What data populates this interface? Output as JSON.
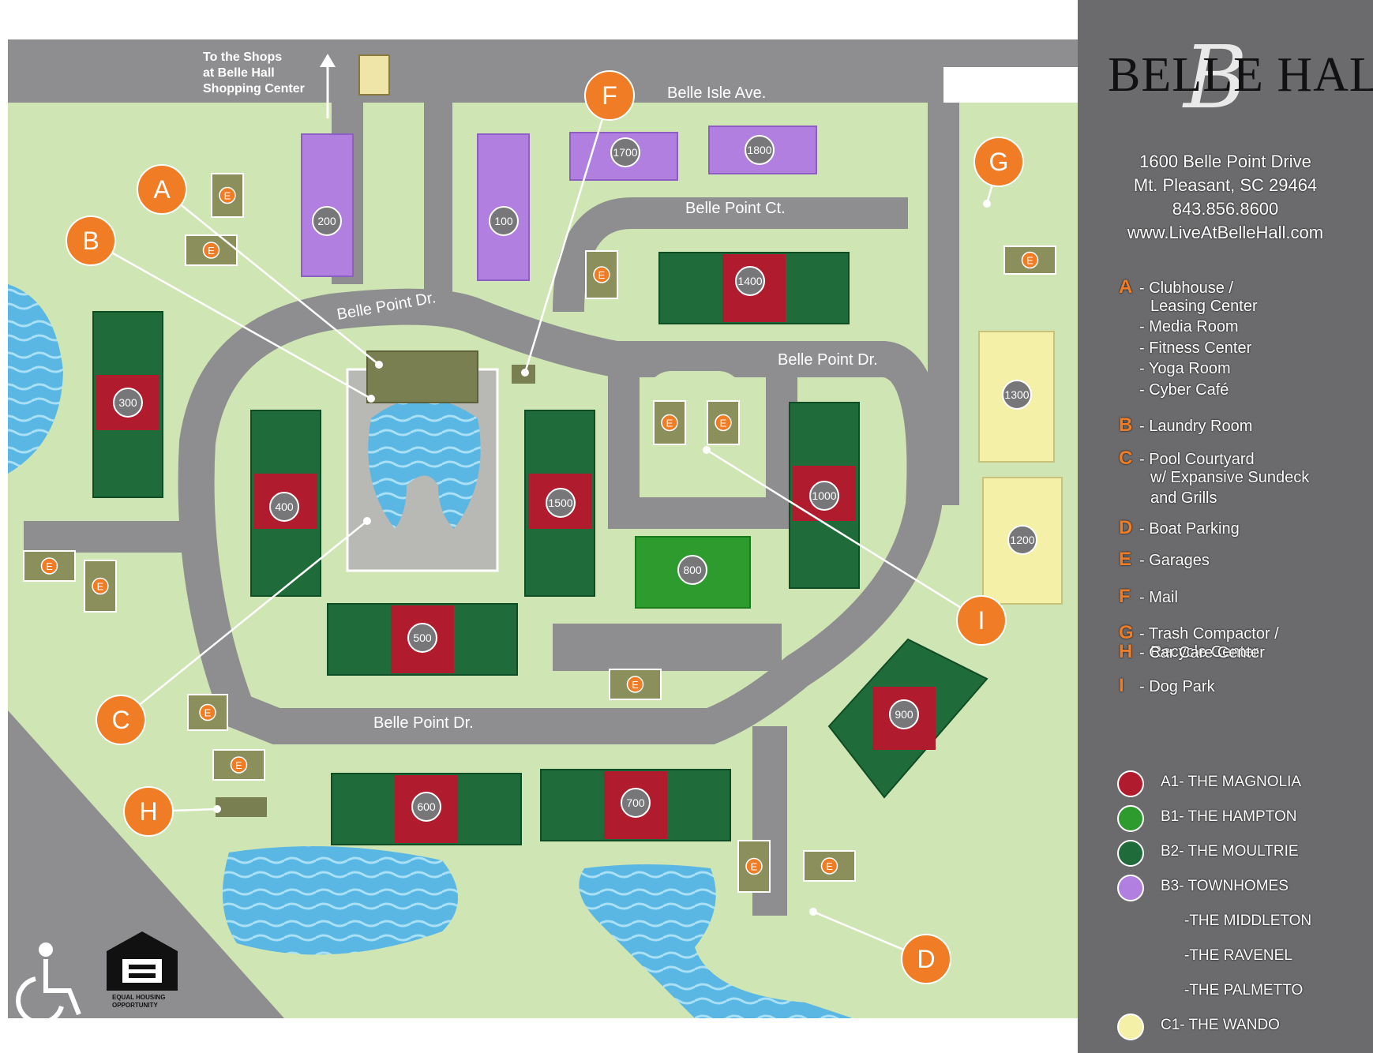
{
  "header": {
    "logo_text": "BELLE HALL",
    "logo_initial": "B"
  },
  "contact": {
    "street": "1600 Belle Point Drive",
    "city": "Mt. Pleasant, SC 29464",
    "phone": "843.856.8600",
    "website": "www.LiveAtBelleHall.com"
  },
  "amenity_legend": [
    {
      "key": "A",
      "lines": [
        "- Clubhouse /",
        "Leasing Center",
        "- Media Room",
        "- Fitness Center",
        "- Yoga Room",
        "- Cyber Café"
      ]
    },
    {
      "key": "B",
      "lines": [
        "- Laundry Room"
      ]
    },
    {
      "key": "C",
      "lines": [
        "- Pool Courtyard",
        "w/ Expansive Sundeck",
        "and Grills"
      ]
    },
    {
      "key": "D",
      "lines": [
        "- Boat Parking"
      ]
    },
    {
      "key": "E",
      "lines": [
        "- Garages"
      ]
    },
    {
      "key": "F",
      "lines": [
        "- Mail"
      ]
    },
    {
      "key": "G",
      "lines": [
        "- Trash Compactor /",
        "Recycle Center"
      ]
    },
    {
      "key": "H",
      "lines": [
        "- Car Care Center"
      ]
    },
    {
      "key": "I",
      "lines": [
        "- Dog Park"
      ]
    }
  ],
  "floorplan_legend": [
    {
      "label": "A1- THE MAGNOLIA",
      "color": "#b01c2e"
    },
    {
      "label": "B1- THE HAMPTON",
      "color": "#2e9b2e"
    },
    {
      "label": "B2- THE MOULTRIE",
      "color": "#1f6b3a"
    },
    {
      "label": "B3- TOWNHOMES",
      "color": "#b07fe0"
    },
    {
      "label": "-THE MIDDLETON",
      "color": ""
    },
    {
      "label": "-THE RAVENEL",
      "color": ""
    },
    {
      "label": "-THE PALMETTO",
      "color": ""
    },
    {
      "label": "C1- THE WANDO",
      "color": "#f5f0a8"
    }
  ],
  "map": {
    "shops_label": [
      "To the Shops",
      "at Belle Hall",
      "Shopping Center"
    ],
    "streets": [
      "Belle Isle Ave.",
      "Belle Point Ct.",
      "Belle Point Dr.",
      "Belle Point Dr.",
      "Belle Point Dr."
    ],
    "buildings": [
      "100",
      "200",
      "300",
      "400",
      "500",
      "600",
      "700",
      "800",
      "900",
      "1000",
      "1200",
      "1300",
      "1400",
      "1500",
      "1700",
      "1800"
    ],
    "markers": [
      "A",
      "B",
      "C",
      "D",
      "F",
      "G",
      "H",
      "I"
    ],
    "garage_letter": "E",
    "housing_badge": [
      "EQUAL HOUSING",
      "OPPORTUNITY"
    ]
  },
  "colors": {
    "grass": "#cfe5b3",
    "road": "#8e8e90",
    "water": "#6cc3e8",
    "marker": "#f07d26",
    "panel": "#6b6b6d",
    "garage": "#8a8f5c"
  }
}
